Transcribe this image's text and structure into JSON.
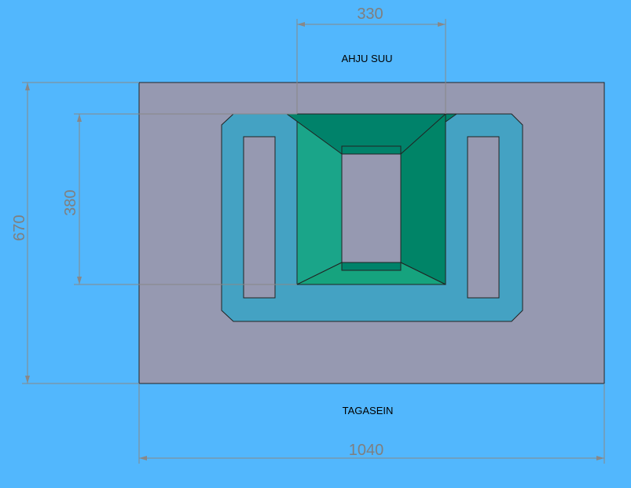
{
  "labels": {
    "top": "AHJU SUU",
    "bottom": "TAGASEIN"
  },
  "dimensions": {
    "opening_width": "330",
    "opening_height": "380",
    "overall_height": "670",
    "overall_width": "1040"
  },
  "colors": {
    "background": "#52b7fd",
    "back_wall": "#9699b1",
    "channel": "#44a2c3",
    "throat_left": "#1aa589",
    "throat_top": "#00826a",
    "throat_right": "#008467",
    "throat_bottom": "#16a37e"
  }
}
